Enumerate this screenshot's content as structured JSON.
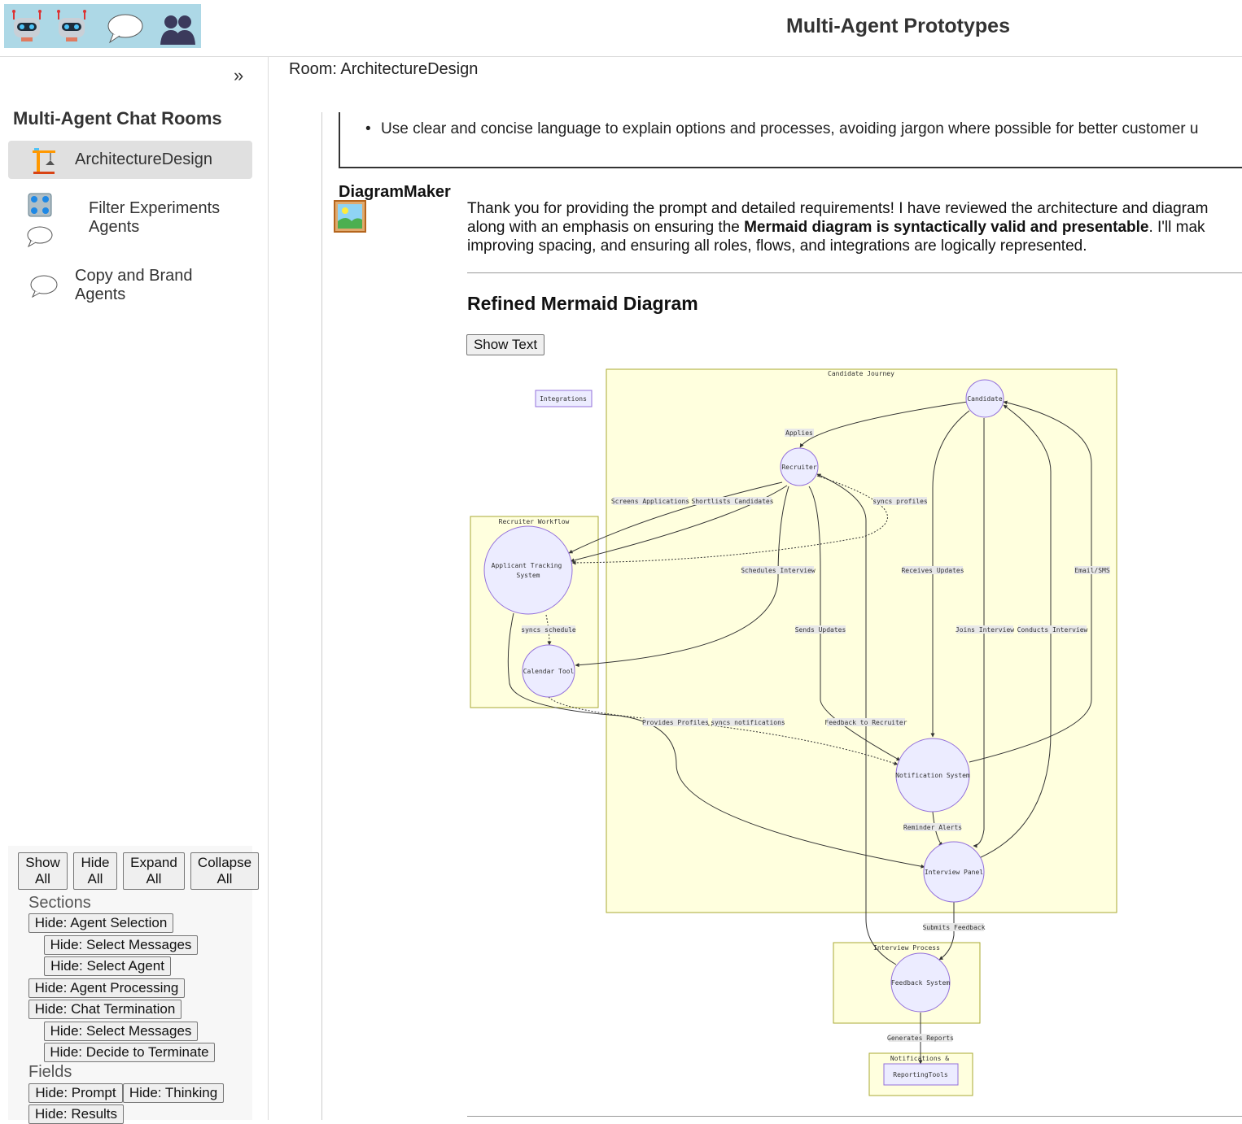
{
  "app": {
    "title": "Multi-Agent Prototypes",
    "logo_icons": [
      "robot-icon",
      "robot-icon",
      "speech-bubble-icon",
      "people-icon"
    ]
  },
  "sidebar": {
    "toggle": "»",
    "title": "Multi-Agent Chat Rooms",
    "rooms": [
      {
        "label": "ArchitectureDesign",
        "icon": "crane-icon",
        "active": true
      },
      {
        "label": "Filter Experiments Agents",
        "icon": "control-panel-icon",
        "active": false
      },
      {
        "label": "Copy and Brand Agents",
        "icon": "speech-bubble-icon",
        "active": false
      }
    ],
    "controls": {
      "show_all": "Show All",
      "hide_all": "Hide All",
      "expand_all": "Expand All",
      "collapse_all": "Collapse All",
      "sections_label": "Sections",
      "sections": [
        "Hide: Agent Selection",
        "Hide: Select Messages",
        "Hide: Select Agent",
        "Hide: Agent Processing",
        "Hide: Chat Termination",
        "Hide: Select Messages",
        "Hide: Decide to Terminate"
      ],
      "fields_label": "Fields",
      "fields": [
        "Hide: Prompt",
        "Hide: Thinking",
        "Hide: Results"
      ]
    }
  },
  "room_header": "Room: ArchitectureDesign",
  "previous_message": {
    "bullet": "Use clear and concise language to explain options and processes, avoiding jargon where possible for better customer u"
  },
  "message": {
    "sender": "DiagramMaker",
    "avatar_icon": "picture-icon",
    "line1": "Thank you for providing the prompt and detailed requirements! I have reviewed the architecture and diagram",
    "line2_pre": "along with an emphasis on ensuring the ",
    "line2_bold": "Mermaid diagram is syntactically valid and presentable",
    "line2_post": ". I'll mak",
    "line3": "improving spacing, and ensuring all roles, flows, and integrations are logically represented.",
    "heading": "Refined Mermaid Diagram",
    "show_text_button": "Show Text"
  },
  "diagram": {
    "subgraphs": {
      "candidate_journey": "Candidate Journey",
      "recruiter_workflow": "Recruiter Workflow",
      "interview_process": "Interview Process",
      "notifications": "Notifications &"
    },
    "nodes": {
      "integrations": "Integrations",
      "candidate": "Candidate",
      "recruiter": "Recruiter",
      "ats_line1": "Applicant Tracking",
      "ats_line2": "System",
      "calendar": "Calendar Tool",
      "notification": "Notification System",
      "panel": "Interview Panel",
      "feedback": "Feedback System",
      "reporting": "ReportingTools"
    },
    "edges": {
      "applies": "Applies",
      "screens": "Screens Applications",
      "shortlists": "Shortlists Candidates",
      "syncs_profiles": "syncs profiles",
      "schedules": "Schedules Interview",
      "receives": "Receives Updates",
      "email": "Email/SMS",
      "syncs_schedule": "syncs schedule",
      "sends": "Sends Updates",
      "joins": "Joins Interview",
      "conducts": "Conducts Interview",
      "provides": "Provides Profiles",
      "syncs_notifications": "syncs notifications",
      "feedback_recruiter": "Feedback to Recruiter",
      "reminder": "Reminder Alerts",
      "submits": "Submits Feedback",
      "generates": "Generates Reports"
    }
  },
  "colors": {
    "node_fill": "#ececff",
    "node_stroke": "#9370db",
    "cluster_fill": "#ffffde",
    "cluster_stroke": "#aaaa33",
    "edge": "#333333"
  }
}
